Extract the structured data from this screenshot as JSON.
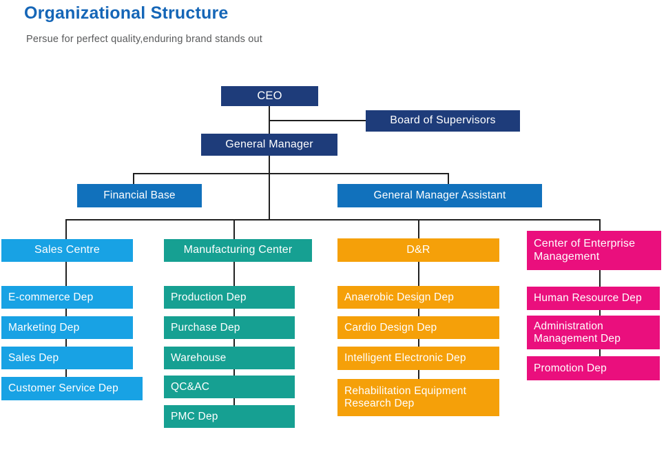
{
  "header": {
    "title": "Organizational Structure",
    "subtitle": "Persue for perfect quality,enduring brand stands out"
  },
  "nodes": {
    "ceo": "CEO",
    "board_of_supervisors": "Board of Supervisors",
    "general_manager": "General Manager",
    "financial_base": "Financial Base",
    "general_manager_assistant": "General Manager Assistant"
  },
  "columns": {
    "sales": {
      "header": "Sales Centre",
      "departments": [
        "E-commerce Dep",
        "Marketing Dep",
        "Sales Dep",
        "Customer Service Dep"
      ]
    },
    "manufacturing": {
      "header": "Manufacturing Center",
      "departments": [
        "Production Dep",
        "Purchase Dep",
        "Warehouse",
        "QC&AC",
        "PMC Dep"
      ]
    },
    "design_research": {
      "header": "D&R",
      "departments": [
        "Anaerobic Design Dep",
        "Cardio Design Dep",
        "Intelligent Electronic Dep",
        "Rehabilitation Equipment Research Dep"
      ]
    },
    "enterprise": {
      "header": "Center of Enterprise Management",
      "departments": [
        "Human Resource Dep",
        "Administration Management Dep",
        "Promotion Dep"
      ]
    }
  },
  "colors": {
    "navy": "#1e3c7a",
    "blue": "#1171bc",
    "sky": "#18a2e4",
    "teal": "#16a092",
    "orange": "#f5a009",
    "pink": "#ea0f7d",
    "title": "#1566b7",
    "subtitle": "#58595a",
    "line": "#1f1f1f"
  }
}
